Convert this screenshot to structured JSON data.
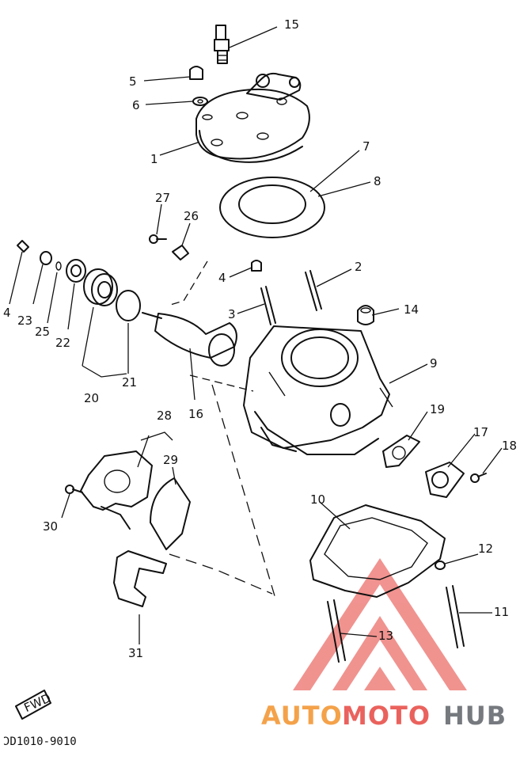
{
  "diagram": {
    "drawing_code": "ƆD1010-9010",
    "fwd_label": "FWD",
    "watermark": {
      "part1": "AUTO",
      "part2": "MOTO",
      "part3": "HUB",
      "colors": {
        "red": "#e53b35",
        "orange": "#f28c1e",
        "grey": "#555a60"
      }
    },
    "callouts": [
      {
        "id": "1",
        "label": "1"
      },
      {
        "id": "2",
        "label": "2"
      },
      {
        "id": "3",
        "label": "3"
      },
      {
        "id": "4a",
        "label": "4"
      },
      {
        "id": "4b",
        "label": "4"
      },
      {
        "id": "5",
        "label": "5"
      },
      {
        "id": "6",
        "label": "6"
      },
      {
        "id": "7",
        "label": "7"
      },
      {
        "id": "8",
        "label": "8"
      },
      {
        "id": "9",
        "label": "9"
      },
      {
        "id": "10",
        "label": "10"
      },
      {
        "id": "11",
        "label": "11"
      },
      {
        "id": "12",
        "label": "12"
      },
      {
        "id": "13",
        "label": "13"
      },
      {
        "id": "14",
        "label": "14"
      },
      {
        "id": "15",
        "label": "15"
      },
      {
        "id": "16",
        "label": "16"
      },
      {
        "id": "17",
        "label": "17"
      },
      {
        "id": "18",
        "label": "18"
      },
      {
        "id": "19",
        "label": "19"
      },
      {
        "id": "20",
        "label": "20"
      },
      {
        "id": "21",
        "label": "21"
      },
      {
        "id": "22",
        "label": "22"
      },
      {
        "id": "23",
        "label": "23"
      },
      {
        "id": "25",
        "label": "25"
      },
      {
        "id": "26",
        "label": "26"
      },
      {
        "id": "27",
        "label": "27"
      },
      {
        "id": "28",
        "label": "28"
      },
      {
        "id": "29",
        "label": "29"
      },
      {
        "id": "30",
        "label": "30"
      },
      {
        "id": "31",
        "label": "31"
      }
    ]
  }
}
